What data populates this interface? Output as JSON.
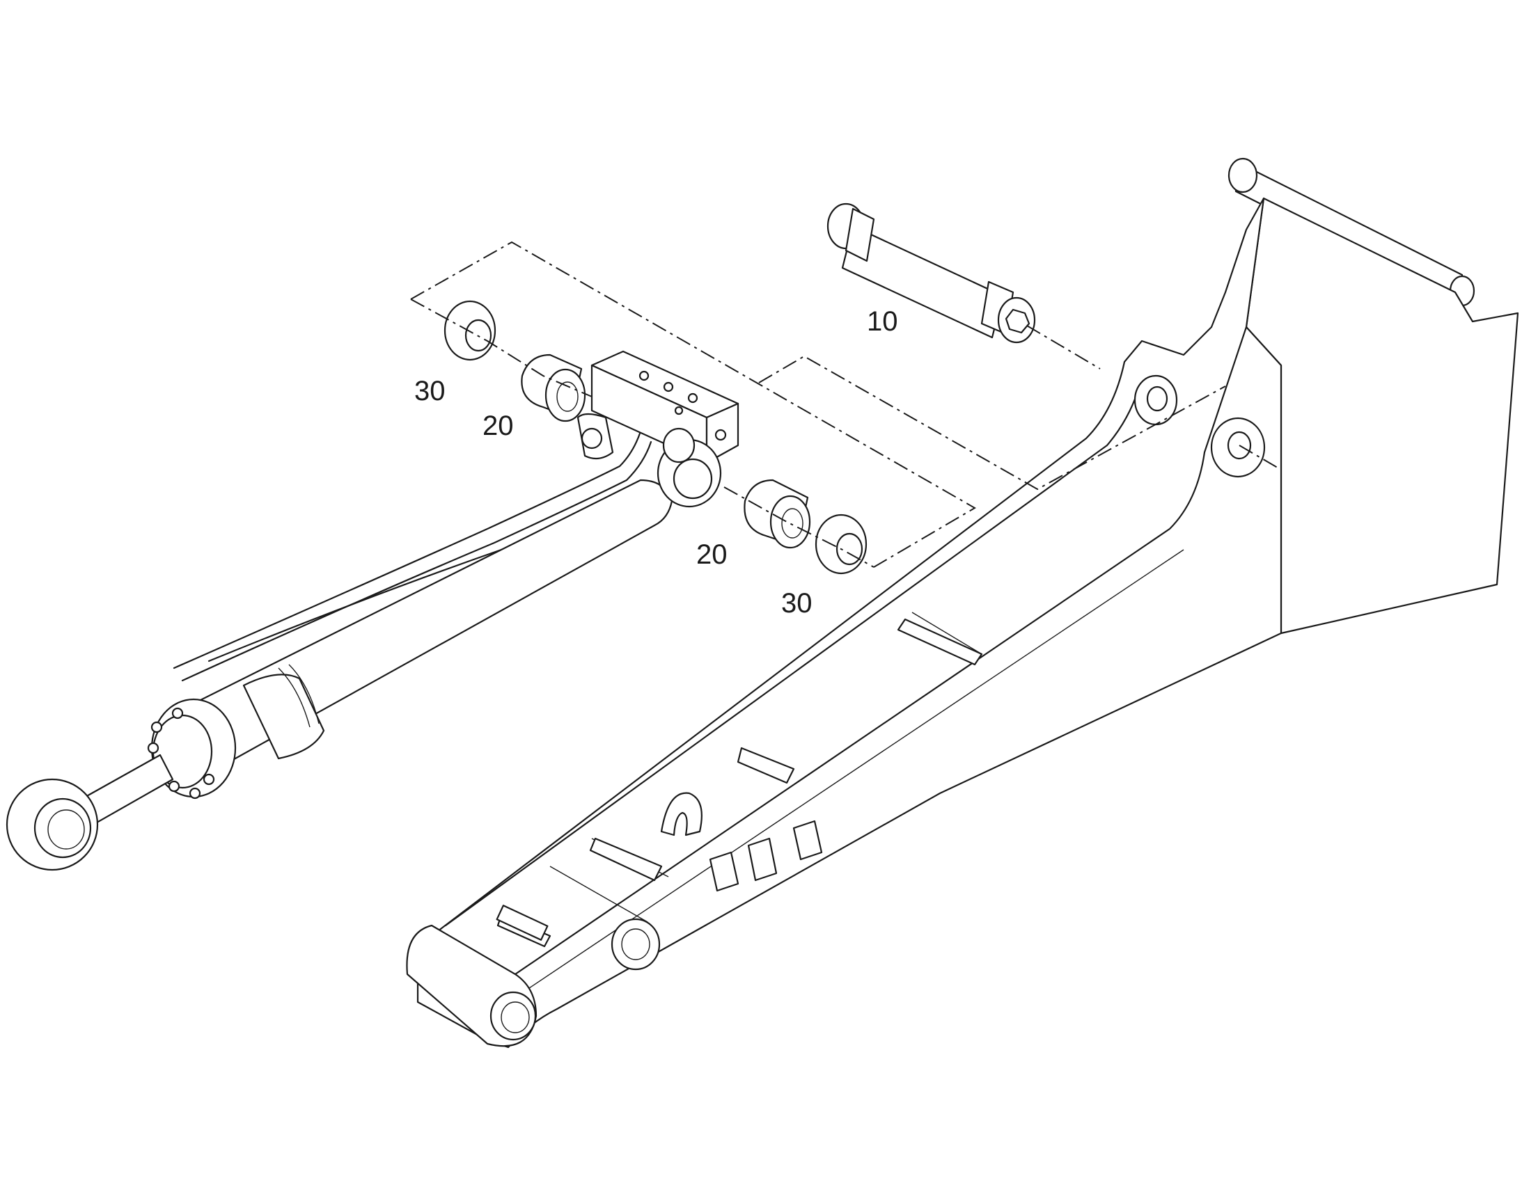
{
  "callouts": {
    "pin": "10",
    "bushing_left": "20",
    "bushing_right": "20",
    "washer_left": "30",
    "washer_right": "30"
  },
  "colors": {
    "line": "#1a1a1a",
    "background": "#ffffff"
  }
}
